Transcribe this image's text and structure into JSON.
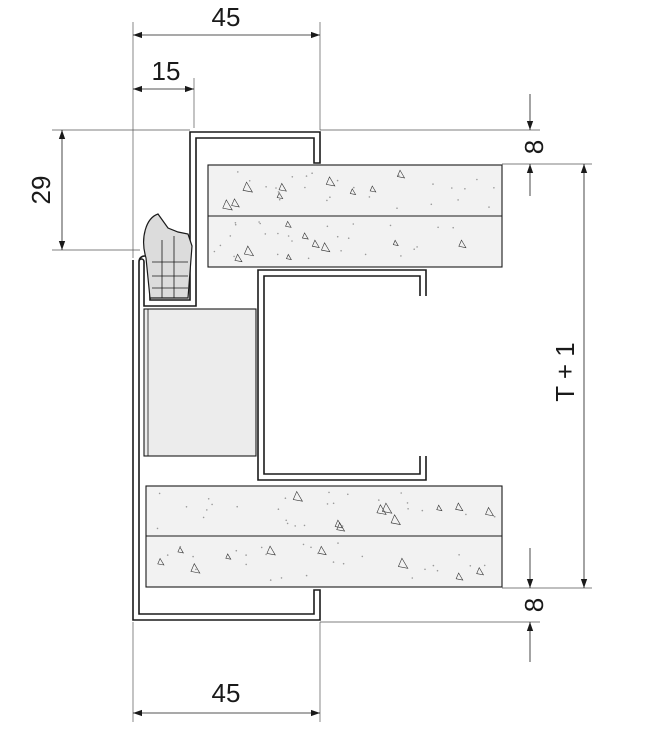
{
  "colors": {
    "line": "#1a1a1a",
    "board_fill": "#f2f2f2",
    "spacer_fill": "#ececec",
    "seal_fill": "#dcdcdc"
  },
  "dimensions": {
    "top_width": "45",
    "top_rebate": "15",
    "left_height": "29",
    "right_top_gap": "8",
    "right_thickness": "T + 1",
    "right_bottom_gap": "8",
    "bottom_width": "45"
  }
}
